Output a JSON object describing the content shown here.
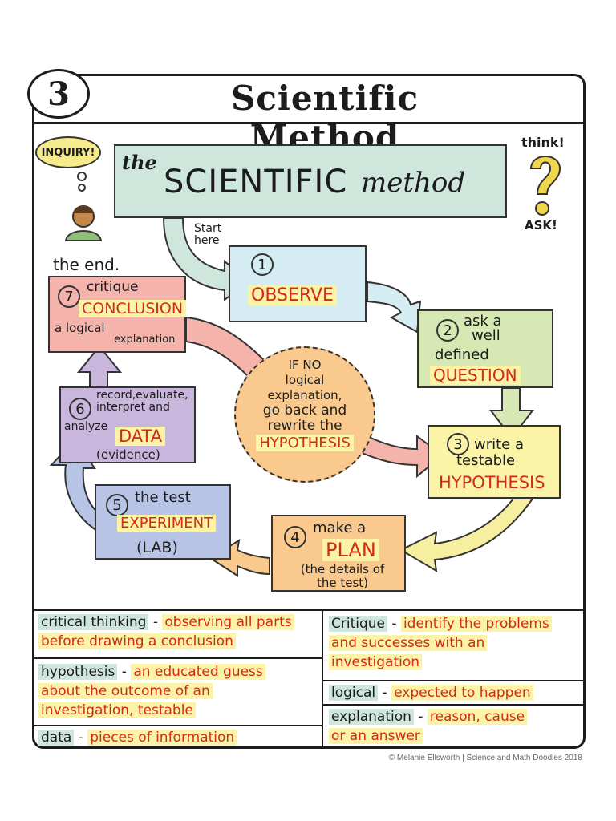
{
  "header": {
    "number": "3",
    "title": "Scientific Method"
  },
  "banner": {
    "the": "the",
    "scientific": "SCIENTIFIC",
    "method": "method"
  },
  "side": {
    "inquiry": "INQUIRY!",
    "think": "think!",
    "ask": "ASK!"
  },
  "start_label": [
    "Start",
    "here"
  ],
  "end_label": "the end.",
  "steps": {
    "s1": {
      "num": "1",
      "word": "OBSERVE"
    },
    "s2": {
      "num": "2",
      "pre1": "ask a",
      "pre2": "well",
      "pre3": "defined",
      "word": "QUESTION"
    },
    "s3": {
      "num": "3",
      "pre1": "write a",
      "pre2": "testable",
      "word": "HYPOTHESIS"
    },
    "s4": {
      "num": "4",
      "pre1": "make a",
      "word": "PLAN",
      "post1": "(the details of",
      "post2": "the test)"
    },
    "s5": {
      "num": "5",
      "pre1": "the test",
      "word": "EXPERIMENT",
      "post1": "(LAB)"
    },
    "s6": {
      "num": "6",
      "pre1": "record,evaluate,",
      "pre2": "interpret and",
      "pre3": "analyze",
      "word": "DATA",
      "post1": "(evidence)"
    },
    "s7": {
      "num": "7",
      "pre1": "critique",
      "word": "CONCLUSION",
      "post1": "a logical",
      "post2": "explanation"
    }
  },
  "center": {
    "l1": "IF NO",
    "l2": "logical",
    "l3": "explanation,",
    "l4": "go back and",
    "l5": "rewrite the",
    "word": "HYPOTHESIS"
  },
  "glossary": {
    "critical_thinking": {
      "term": "critical thinking",
      "def1": "observing all parts",
      "def2": "before drawing a conclusion"
    },
    "hypothesis": {
      "term": "hypothesis",
      "def1": "an educated guess",
      "def2": "about the outcome of an",
      "def3": "investigation, testable"
    },
    "data": {
      "term": "data",
      "def1": "pieces of information"
    },
    "critique": {
      "term": "Critique",
      "def1": "identify the problems",
      "def2": "and successes with an",
      "def3": "investigation"
    },
    "logical": {
      "term": "logical",
      "def1": "expected to happen"
    },
    "explanation": {
      "term": "explanation",
      "def1": "reason, cause",
      "def2": "or an answer"
    }
  },
  "credit": "© Melanie Ellsworth | Science and Math Doodles 2018",
  "colors": {
    "mint": "#cfe6dd",
    "lightblue": "#d6ecf3",
    "green": "#d7e8b4",
    "yellow": "#fbf3a6",
    "orange": "#f9c98d",
    "periwinkle": "#b7c4e6",
    "purple": "#c8b6dc",
    "pink": "#f4b3ab",
    "red_text": "#d12a1e"
  }
}
